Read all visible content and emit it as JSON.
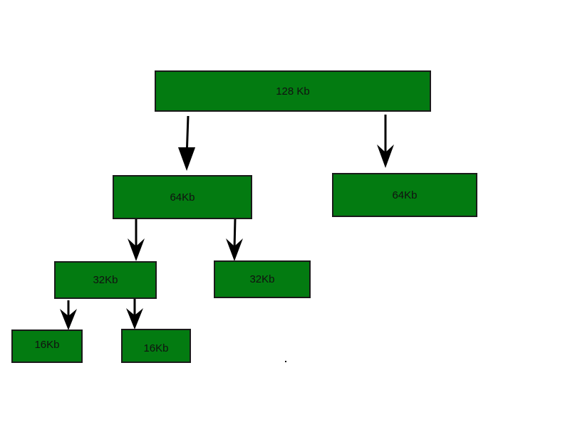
{
  "nodes": {
    "root": "128 Kb",
    "left_64": "64Kb",
    "right_64": "64Kb",
    "left_32": "32Kb",
    "right_32": "32Kb",
    "left_16": "16Kb",
    "right_16": "16Kb"
  },
  "colors": {
    "box_fill": "#037b11",
    "box_border": "#1a1a1a",
    "arrow": "#000000",
    "background": "#ffffff"
  }
}
